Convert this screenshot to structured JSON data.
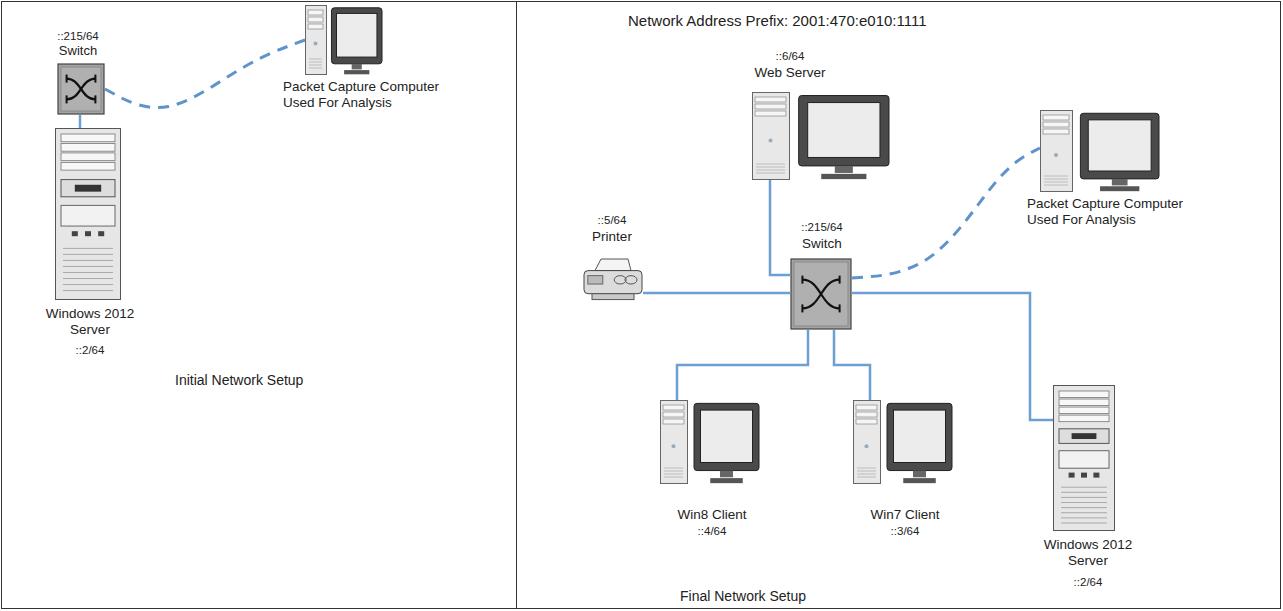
{
  "diagram": {
    "nodes": [
      {
        "text": [
          "::215/64",
          "Switch"
        ]
      },
      {
        "text": [
          "Packet Capture Computer Used For Analysis"
        ]
      },
      {
        "text": [
          "Windows 2012 Server",
          "::2/64"
        ]
      },
      {
        "text": [
          "::6/64",
          "Web Server"
        ]
      },
      {
        "text": [
          "::5/64",
          "Printer"
        ]
      },
      {
        "text": [
          "::215/64",
          "Switch"
        ]
      },
      {
        "text": [
          "Packet Capture Computer Used For Analysis"
        ]
      },
      {
        "text": [
          "Win8 Client",
          "::4/64"
        ]
      },
      {
        "text": [
          "Win7 Client",
          "::3/64"
        ]
      },
      {
        "text": [
          "Windows 2012 Server",
          "::2/64"
        ]
      }
    ],
    "edges": [
      {
        "from": 0,
        "to": 1,
        "arrow": "none"
      },
      {
        "from": 0,
        "to": 2,
        "arrow": "none"
      },
      {
        "from": 5,
        "to": 3,
        "arrow": "none"
      },
      {
        "from": 5,
        "to": 4,
        "arrow": "none"
      },
      {
        "from": 5,
        "to": 6,
        "arrow": "none"
      },
      {
        "from": 5,
        "to": 7,
        "arrow": "none"
      },
      {
        "from": 5,
        "to": 8,
        "arrow": "none"
      },
      {
        "from": 5,
        "to": 9,
        "arrow": "none"
      }
    ],
    "labels": [
      "Initial Network Setup",
      "Network Address Prefix: 2001:470:e010:1111",
      "Final Network Setup"
    ]
  }
}
